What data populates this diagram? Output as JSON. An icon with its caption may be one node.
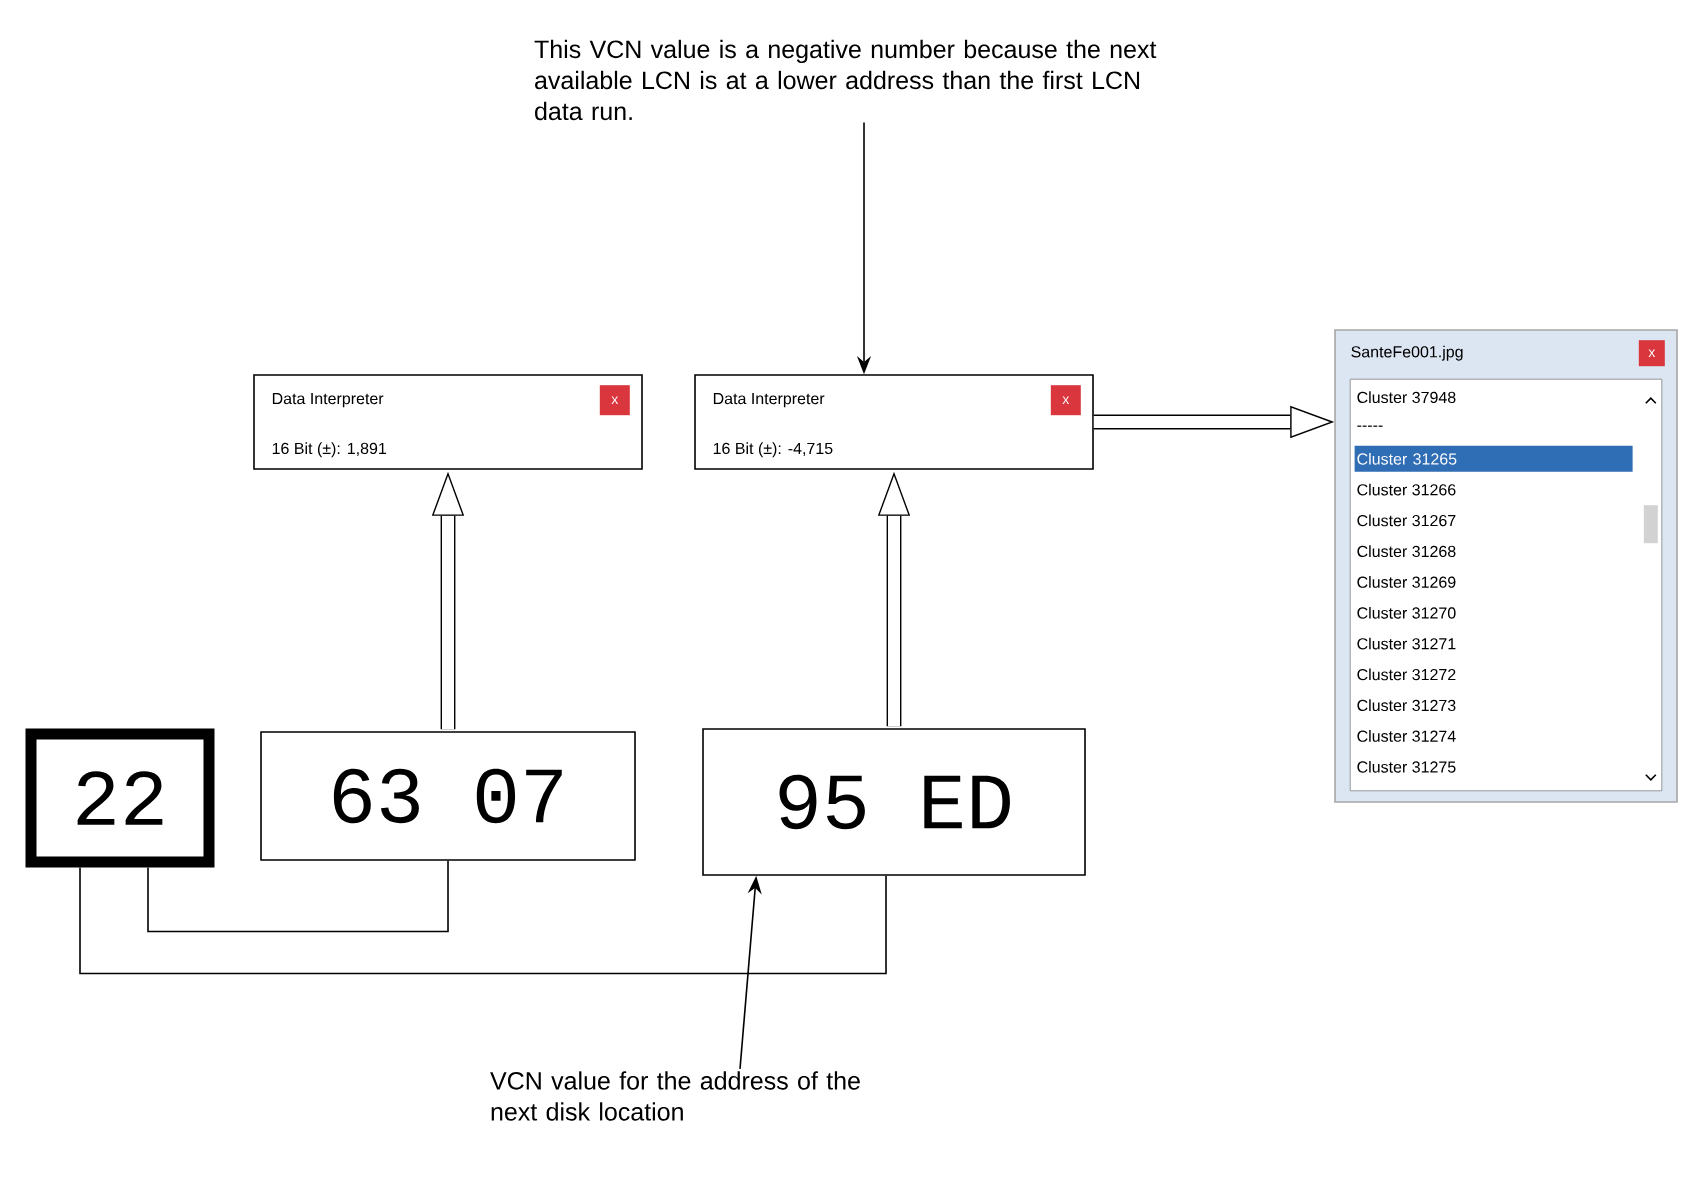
{
  "diagram": {
    "nodes": [
      {
        "text": [
          "22"
        ]
      },
      {
        "text": [
          "63 07"
        ]
      },
      {
        "text": [
          "95 ED"
        ]
      },
      {
        "text": [
          "Data Interpreter",
          "x",
          "16 Bit (±): 1,891"
        ]
      },
      {
        "text": [
          "Data Interpreter",
          "x",
          "16 Bit (±): -4,715"
        ]
      },
      {
        "text": [
          "SanteFe001.jpg",
          "x",
          "Cluster 37948",
          "-----",
          "Cluster 31265",
          "Cluster 31266",
          "Cluster 31267",
          "Cluster 31268",
          "Cluster 31269",
          "Cluster 31270",
          "Cluster 31271",
          "Cluster 31272",
          "Cluster 31273",
          "Cluster 31274",
          "Cluster 31275"
        ]
      },
      {
        "text": [
          "This VCN value is a negative number because the next available LCN is at a lower address than the first LCN data run."
        ]
      },
      {
        "text": [
          "VCN value for the address of the next disk location"
        ]
      }
    ],
    "edges": [
      {
        "from": 1,
        "to": 3,
        "arrow": "to",
        "style": "thick"
      },
      {
        "from": 2,
        "to": 4,
        "arrow": "to",
        "style": "thick"
      },
      {
        "from": 4,
        "to": 5,
        "arrow": "to",
        "style": "thick"
      },
      {
        "from": 6,
        "to": 4,
        "arrow": "to"
      },
      {
        "from": 7,
        "to": 2,
        "arrow": "to"
      },
      {
        "from": 0,
        "to": 1,
        "arrow": "none"
      },
      {
        "from": 0,
        "to": 2,
        "arrow": "none"
      }
    ]
  }
}
